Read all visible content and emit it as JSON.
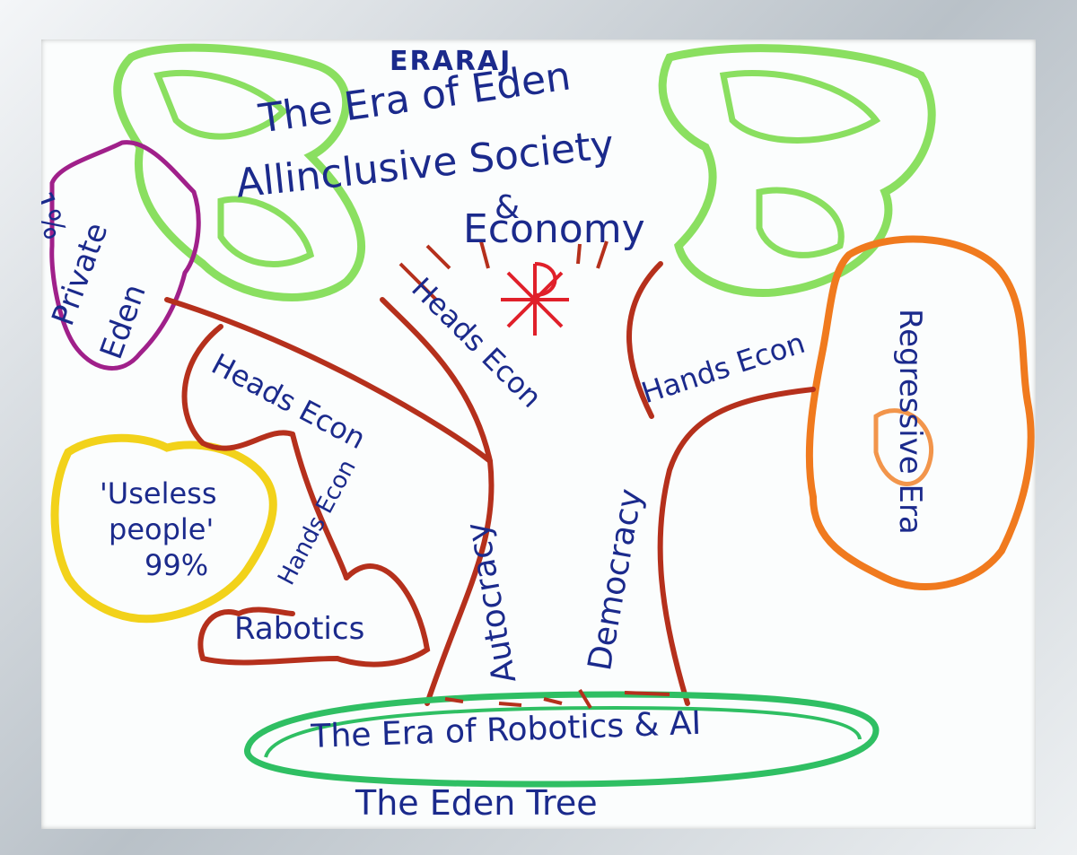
{
  "labels": {
    "era_top": "ERARAJ",
    "eden_line1": "The Era of Eden",
    "eden_line2": "Allinclusive Society",
    "eden_line3": "&",
    "eden_line4": "Economy",
    "private_pct": "1%",
    "private_word": "Private",
    "private_eden": "Eden",
    "heads_econ_center": "Heads Econ",
    "heads_econ_left": "Heads Econ",
    "hands_econ_right": "Hands Econ",
    "hands_econ_left": "Hands Econ",
    "useless_line1": "'Useless",
    "useless_line2": "people'",
    "useless_line3": "99%",
    "autocracy": "Autocracy",
    "democracy": "Democracy",
    "robotics_branch": "Rabotics",
    "regressive_era": "Regressive Era",
    "era_robotics": "The Era of Robotics & AI",
    "eden_tree": "The Eden Tree"
  },
  "colors": {
    "ink": "#1b2a8c",
    "trunk": "#b5301c",
    "canopy": "#6fd83a",
    "private_cloud": "#a0208a",
    "useless_cloud": "#f2d21a",
    "regressive_cloud": "#f07a1e",
    "ground": "#2fbf63",
    "symbol": "#e0202a"
  }
}
